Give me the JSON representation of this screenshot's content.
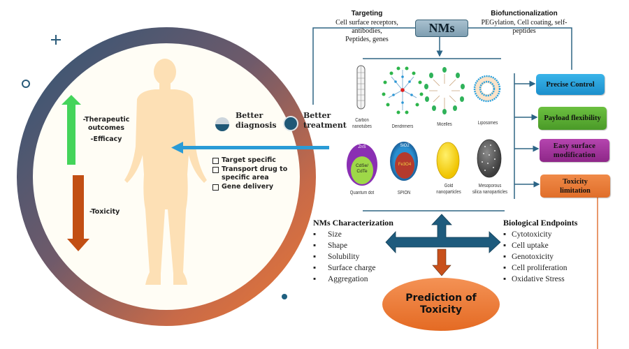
{
  "header": {
    "center_node": "NMs",
    "targeting": {
      "title": "Targeting",
      "lines": [
        "Cell surface receptors,",
        "antibodies,",
        "Peptides, genes"
      ]
    },
    "biofunctionalization": {
      "title": "Biofunctionalization",
      "lines": [
        "PEGylation, Cell coating, self-",
        "peptides"
      ]
    }
  },
  "nanomaterials": [
    {
      "name": "carbon-nanotubes",
      "label_lines": [
        "Carbon",
        "nanotubes"
      ]
    },
    {
      "name": "dendrimers",
      "label_lines": [
        "Dendrimers"
      ]
    },
    {
      "name": "micelles",
      "label_lines": [
        "Micelles"
      ]
    },
    {
      "name": "liposomes",
      "label_lines": [
        "Liposomes"
      ]
    },
    {
      "name": "quantum-dot",
      "label_lines": [
        "Quantum dot"
      ],
      "shell_text": "ZnS",
      "core_text": [
        "CdSe/",
        "CdTe"
      ]
    },
    {
      "name": "spion",
      "label_lines": [
        "SPION"
      ],
      "shell_text": "SiO2",
      "core_text": [
        "Fe3O4"
      ]
    },
    {
      "name": "gold-nanoparticles",
      "label_lines": [
        "Gold",
        "nanoparticles"
      ]
    },
    {
      "name": "mesoporous-silica",
      "label_lines": [
        "Mesoporous",
        "silica nanoparticles"
      ]
    }
  ],
  "properties": [
    {
      "label": "Precise Control",
      "color": "#2aa3dc"
    },
    {
      "label": "Payload flexibility",
      "color": "#5aab34"
    },
    {
      "label": "Easy surface modification",
      "color": "#a3319e"
    },
    {
      "label": "Toxicity limitation",
      "color": "#e87a3a"
    }
  ],
  "body_panel": {
    "up_arrow_lines": [
      "-Therapeutic",
      "outcomes",
      "-Efficacy"
    ],
    "down_arrow_label": "-Toxicity",
    "better_diagnosis": [
      "Better",
      "diagnosis"
    ],
    "better_treatment": [
      "Better",
      "treatment"
    ],
    "checklist": [
      "Target specific",
      "Transport drug to specific area",
      "Gene delivery"
    ],
    "colors": {
      "up_arrow": "#44d45a",
      "down_arrow": "#c24f14",
      "body": "#fde0b5",
      "blue_arrow": "#2a9bd6"
    }
  },
  "characterization": {
    "title": "NMs Characterization",
    "items": [
      "Size",
      "Shape",
      "Solubility",
      "Surface charge",
      "Aggregation"
    ]
  },
  "endpoints": {
    "title": "Biological Endpoints",
    "items": [
      "Cytotoxicity",
      "Cell uptake",
      "Genotoxicity",
      "Cell proliferation",
      "Oxidative Stress"
    ]
  },
  "prediction": {
    "lines": [
      "Prediction of",
      "Toxicity"
    ]
  }
}
